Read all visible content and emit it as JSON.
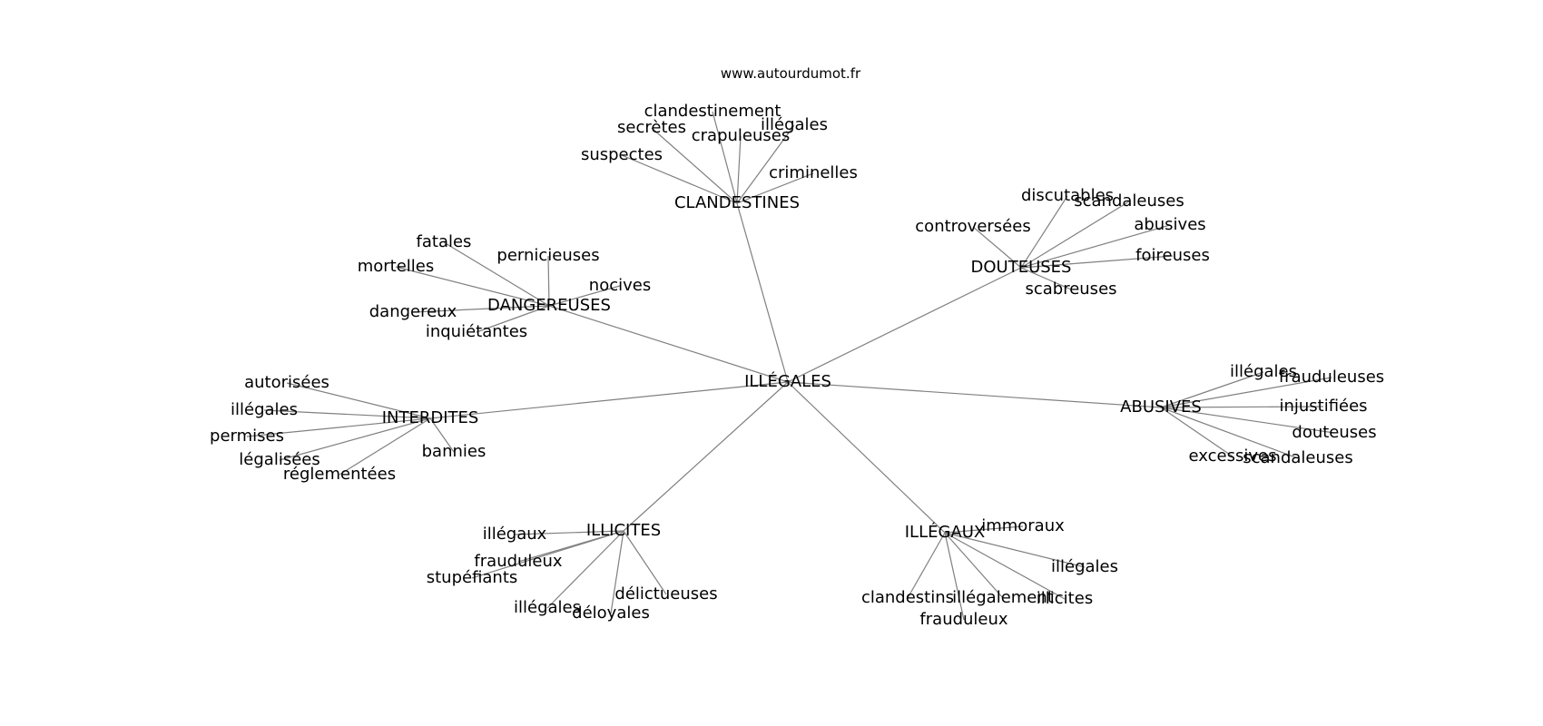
{
  "site": "www.autourdumot.fr",
  "graph": {
    "root": "ILLÉGALES",
    "groups": [
      {
        "hub": "CLANDESTINES",
        "words": [
          "clandestinement",
          "secrètes",
          "crapuleuses",
          "illégales",
          "suspectes",
          "criminelles"
        ]
      },
      {
        "hub": "DOUTEUSES",
        "words": [
          "discutables",
          "scandaleuses",
          "controversées",
          "abusives",
          "foireuses",
          "scabreuses"
        ]
      },
      {
        "hub": "DANGEREUSES",
        "words": [
          "fatales",
          "pernicieuses",
          "mortelles",
          "nocives",
          "dangereux",
          "inquiétantes"
        ]
      },
      {
        "hub": "INTERDITES",
        "words": [
          "autorisées",
          "illégales",
          "permises",
          "légalisées",
          "réglementées",
          "bannies"
        ]
      },
      {
        "hub": "ABUSIVES",
        "words": [
          "illégales",
          "frauduleuses",
          "injustifiées",
          "douteuses",
          "excessives",
          "scandaleuses"
        ]
      },
      {
        "hub": "ILLICITES",
        "words": [
          "illégaux",
          "frauduleux",
          "stupéfiants",
          "illégales",
          "déloyales",
          "délictueuses"
        ]
      },
      {
        "hub": "ILLÉGAUX",
        "words": [
          "immoraux",
          "illégales",
          "clandestins",
          "illégalement",
          "illicites",
          "frauduleux"
        ]
      }
    ]
  }
}
